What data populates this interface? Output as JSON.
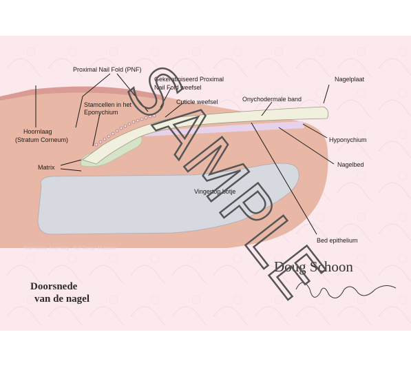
{
  "diagram": {
    "labels": {
      "pnf": "Proximal Nail Fold (PNF)",
      "keratinized_1": "Gekeratiniseerd Proximal",
      "keratinized_2": "Nail Fold weefsel",
      "nagelplaat": "Nagelplaat",
      "stamcellen_1": "Stamcellen in het",
      "stamcellen_2": "Eponychium",
      "cuticle": "Cuticle weefsel",
      "onychodermal": "Onychodermale band",
      "hoornlaag_1": "Hoornlaag",
      "hoornlaag_2": "(Stratum Corneum)",
      "hyponychium": "Hyponychium",
      "matrix": "Matrix",
      "nagelbed": "Nagelbed",
      "vingertop": "Vingertop botje",
      "bed_epithelium": "Bed epithelium"
    },
    "credit": "Nederlandse bewerking - Nail Design Magazine",
    "title_line1": "Doorsnede",
    "title_line2": "van de nagel",
    "author": "Doug Schoon",
    "watermark": "SAMPLE",
    "colors": {
      "background_pink": "#fbe9ed",
      "skin": "#e8b7a6",
      "skin_top": "#d99c94",
      "nail_plate": "#f1f0df",
      "nail_bed": "#e6d2ea",
      "bone": "#d7d9e0",
      "matrix": "#d5e4c8"
    }
  }
}
